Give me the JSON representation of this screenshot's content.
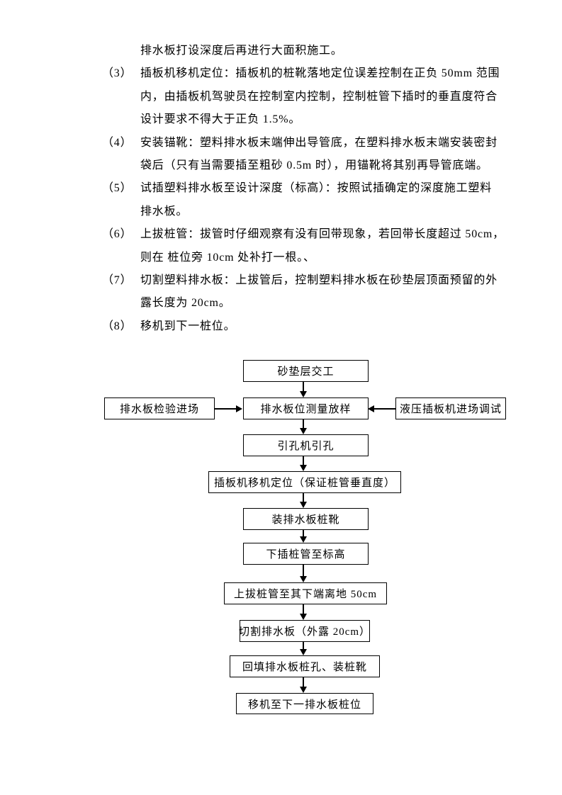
{
  "page": {
    "background": "#ffffff",
    "text_color": "#000000"
  },
  "document": {
    "paragraphs": [
      {
        "label": "",
        "lines": [
          "排水板打设深度后再进行大面积施工。"
        ]
      },
      {
        "label": "（3）",
        "lines": [
          "插板机移机定位：插板机的桩靴落地定位误差控制在正负 50mm 范围",
          "内，由插板机驾驶员在控制室内控制，控制桩管下插时的垂直度符合",
          "设计要求不得大于正负 1.5%。"
        ]
      },
      {
        "label": "（4）",
        "lines": [
          "安装锚靴：塑料排水板末端伸出导管底，在塑料排水板末端安装密封",
          "袋后（只有当需要插至粗砂 0.5m 时），用锚靴将其别再导管底端。"
        ]
      },
      {
        "label": "（5）",
        "lines": [
          "试插塑料排水板至设计深度（标高）：按照试插确定的深度施工塑料",
          "排水板。"
        ]
      },
      {
        "label": "（6）",
        "lines": [
          "上拔桩管：拔管时仔细观察有没有回带现象，若回带长度超过 50cm，",
          "则在 桩位旁 10cm 处补打一根。、"
        ]
      },
      {
        "label": "（7）",
        "lines": [
          "切割塑料排水板：上拔管后，控制塑料排水板在砂垫层顶面预留的外",
          "露长度为 20cm。"
        ]
      },
      {
        "label": "（8）",
        "lines": [
          "移机到下一桩位。"
        ]
      }
    ]
  },
  "flowchart": {
    "nodes": {
      "sand_cushion": "砂垫层交工",
      "drain_board_inspection": "排水板检验进场",
      "survey_layout": "排水板位测量放样",
      "machine_debug": "液压插板机进场调试",
      "pilot_hole": "引孔机引孔",
      "reposition": "插板机移机定位（保证桩管垂直度）",
      "install_shoe": "装排水板桩靴",
      "insert_pipe": "下插桩管至标高",
      "pull_pipe": "上拔桩管至其下端离地 50cm",
      "cut_board": "切割排水板（外露 20cm）",
      "backfill": "回填排水板桩孔、装桩靴",
      "move_next": "移机至下一排水板桩位"
    }
  }
}
